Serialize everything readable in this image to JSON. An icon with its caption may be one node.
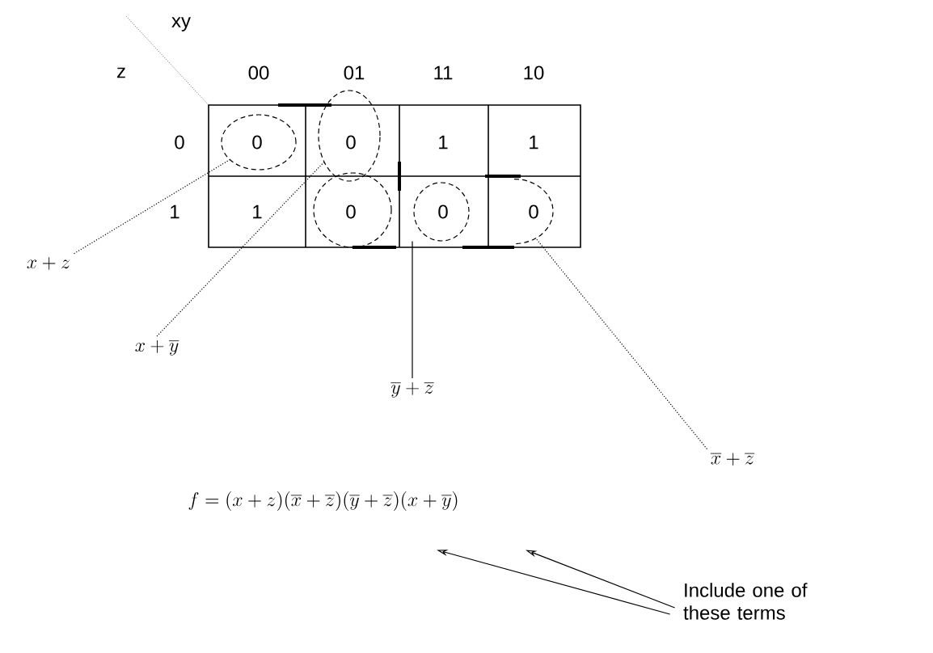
{
  "diagram": {
    "nodes": [
      {
        "text": [
          "x+z"
        ]
      },
      {
        "text": [
          "x+\\overline{y}"
        ]
      },
      {
        "text": [
          "\\overline{y}+\\overline{z}"
        ]
      },
      {
        "text": [
          "\\overline{x}+\\overline{z}"
        ]
      },
      {
        "text": [],
        "shape": "circle"
      },
      {
        "text": [],
        "shape": "circle"
      },
      {
        "text": [],
        "shape": "circle"
      },
      {
        "text": [],
        "shape": "circle"
      },
      {
        "text": [],
        "shape": "circle"
      },
      {
        "text": [
          "f = (x+z)(\\overline{x}+\\overline{z})(\\overline{y}+\\overline{z})(x+\\overline{y})"
        ]
      },
      {
        "text": [
          "Include one of these terms"
        ]
      }
    ],
    "edges": [
      {
        "from": 0,
        "to": 4,
        "arrow": "none",
        "style": "dashed"
      },
      {
        "from": 1,
        "to": 5,
        "arrow": "none",
        "style": "dashed"
      },
      {
        "from": 2,
        "to": 7,
        "arrow": "none"
      },
      {
        "from": 3,
        "to": 8,
        "arrow": "none",
        "style": "dashed"
      },
      {
        "from": 10,
        "to": 9,
        "arrow": "to"
      },
      {
        "from": 10,
        "to": 9,
        "arrow": "to"
      }
    ],
    "labels": [
      "xy",
      "z",
      "00",
      "01",
      "11",
      "10",
      "0",
      "1",
      "0",
      "0",
      "1",
      "1",
      "1",
      "0",
      "0",
      "0"
    ]
  }
}
